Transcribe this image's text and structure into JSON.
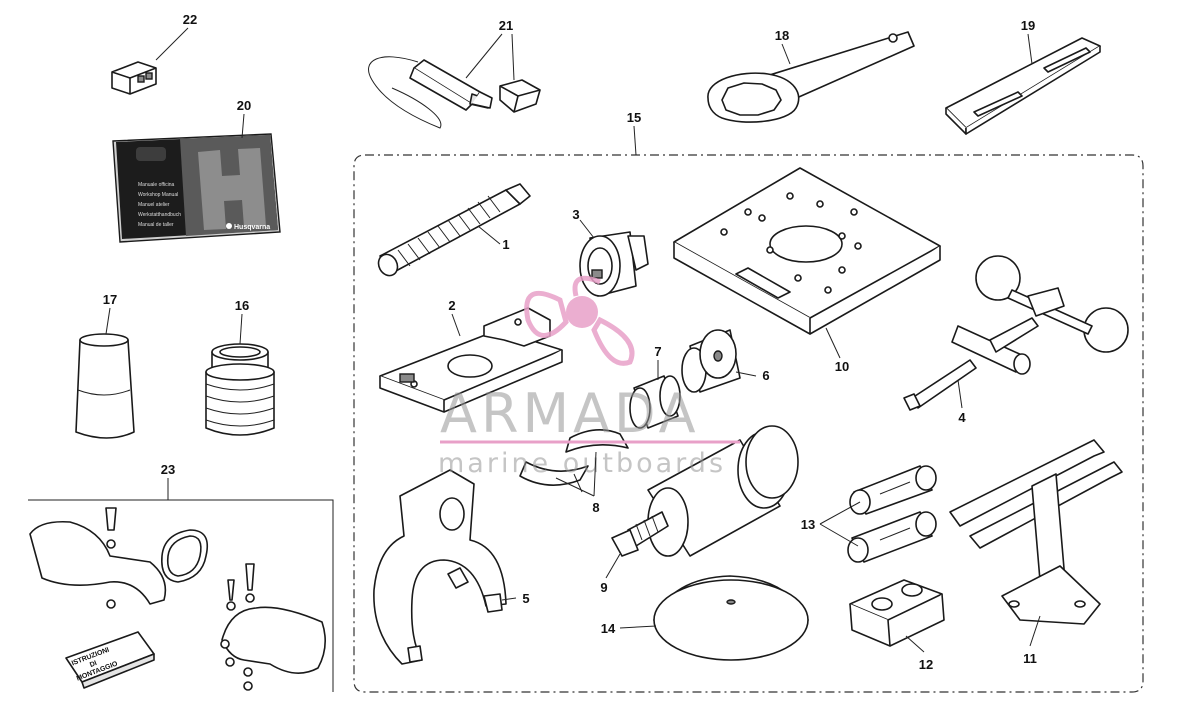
{
  "parts": [
    {
      "key": "p1",
      "label": "1"
    },
    {
      "key": "p2",
      "label": "2"
    },
    {
      "key": "p3",
      "label": "3"
    },
    {
      "key": "p4",
      "label": "4"
    },
    {
      "key": "p5",
      "label": "5"
    },
    {
      "key": "p6",
      "label": "6"
    },
    {
      "key": "p7",
      "label": "7"
    },
    {
      "key": "p8",
      "label": "8"
    },
    {
      "key": "p9",
      "label": "9"
    },
    {
      "key": "p10",
      "label": "10"
    },
    {
      "key": "p11",
      "label": "11"
    },
    {
      "key": "p12",
      "label": "12"
    },
    {
      "key": "p13",
      "label": "13"
    },
    {
      "key": "p14",
      "label": "14"
    },
    {
      "key": "p15",
      "label": "15"
    },
    {
      "key": "p16",
      "label": "16"
    },
    {
      "key": "p17",
      "label": "17"
    },
    {
      "key": "p18",
      "label": "18"
    },
    {
      "key": "p19",
      "label": "19"
    },
    {
      "key": "p20",
      "label": "20"
    },
    {
      "key": "p21",
      "label": "21"
    },
    {
      "key": "p22",
      "label": "22"
    },
    {
      "key": "p23",
      "label": "23"
    }
  ],
  "watermark": {
    "brand": "ARMADA",
    "tagline": "marine outboards",
    "accent_color": "#e8a0c8"
  },
  "booklet": {
    "brand_text": "Husqvarna",
    "lines": [
      "Manuale officina",
      "Workshop Manual",
      "Manuel atelier",
      "Werkstatthandbuch",
      "Manual de taller"
    ]
  },
  "instructions_card": {
    "lines": [
      "ISTRUZIONI",
      "DI",
      "MONTAGGIO"
    ]
  },
  "colors": {
    "line": "#1a1a1a",
    "booklet_dark": "#1c1c1c",
    "booklet_panel": "#5a5a5a"
  }
}
